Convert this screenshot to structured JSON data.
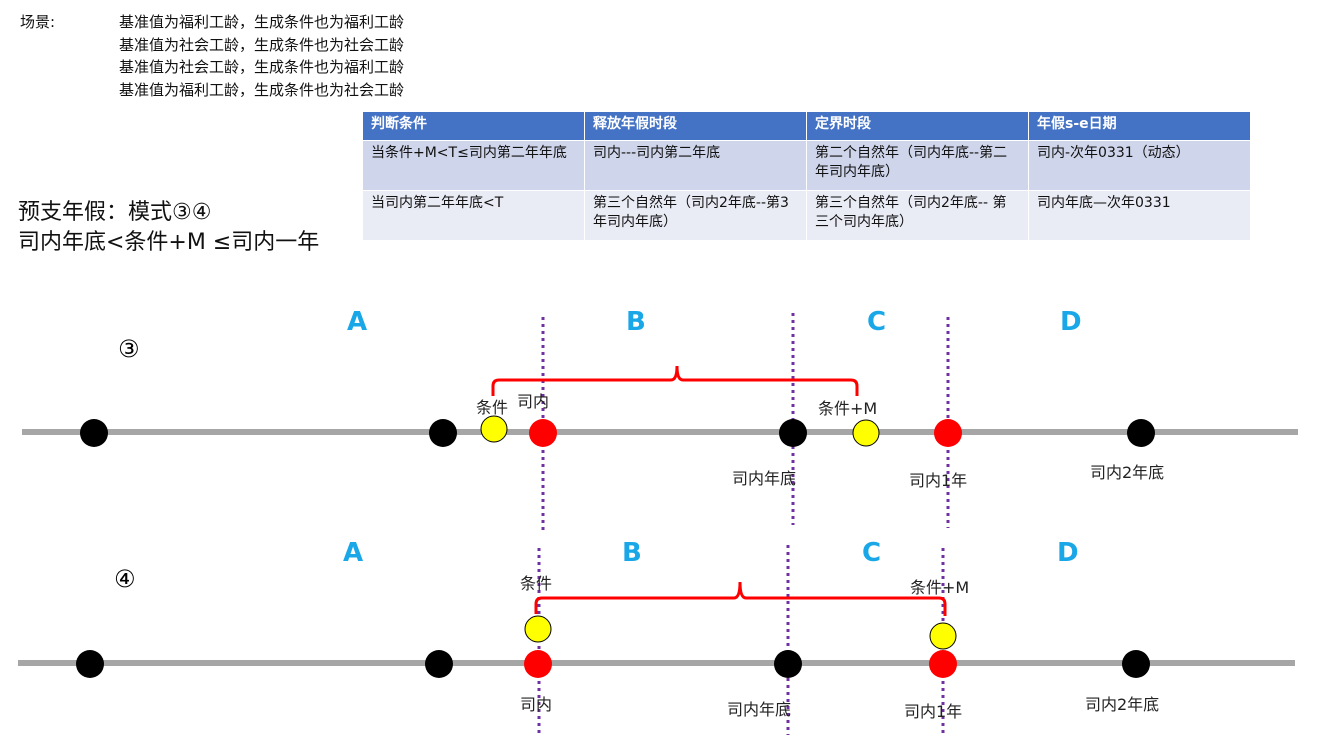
{
  "scenario": {
    "label": "场景:",
    "lines": [
      "基准值为福利工龄，生成条件也为福利工龄",
      "基准值为社会工龄，生成条件也为社会工龄",
      "基准值为社会工龄，生成条件也为福利工龄",
      "基准值为福利工龄，生成条件也为社会工龄"
    ]
  },
  "table": {
    "headers": [
      "判断条件",
      "释放年假时段",
      "定界时段",
      "年假s-e日期"
    ],
    "rows": [
      [
        "当条件+M<T≤司内第二年年底",
        "司内---司内第二年底",
        "第二个自然年（司内年底--第二年司内年底）",
        "司内-次年0331（动态）"
      ],
      [
        "当司内第二年年底<T",
        "第三个自然年（司内2年底--第3年司内年底）",
        "第三个自然年（司内2年底-- 第三个司内年底）",
        "司内年底—次年0331"
      ]
    ]
  },
  "mode": {
    "title": "预支年假：模式③④",
    "condition": "司内年底<条件+M ≤司内一年"
  },
  "diagram3": {
    "mark": "③",
    "letters": [
      "A",
      "B",
      "C",
      "D"
    ],
    "labels": {
      "cond": "条件",
      "join": "司内",
      "condM": "条件+M",
      "yearEnd": "司内年底",
      "oneYear": "司内1年",
      "twoYearEnd": "司内2年底"
    }
  },
  "diagram4": {
    "mark": "④",
    "letters": [
      "A",
      "B",
      "C",
      "D"
    ],
    "labels": {
      "cond": "条件",
      "join": "司内",
      "condM": "条件+M",
      "yearEnd": "司内年底",
      "oneYear": "司内1年",
      "twoYearEnd": "司内2年底"
    }
  },
  "colors": {
    "header": "#4472c4",
    "letter": "#1aa7e8",
    "brace": "#ff0000",
    "marker": "#7030a0",
    "dotYellow": "#ffff00",
    "dotRed": "#ff0000"
  }
}
